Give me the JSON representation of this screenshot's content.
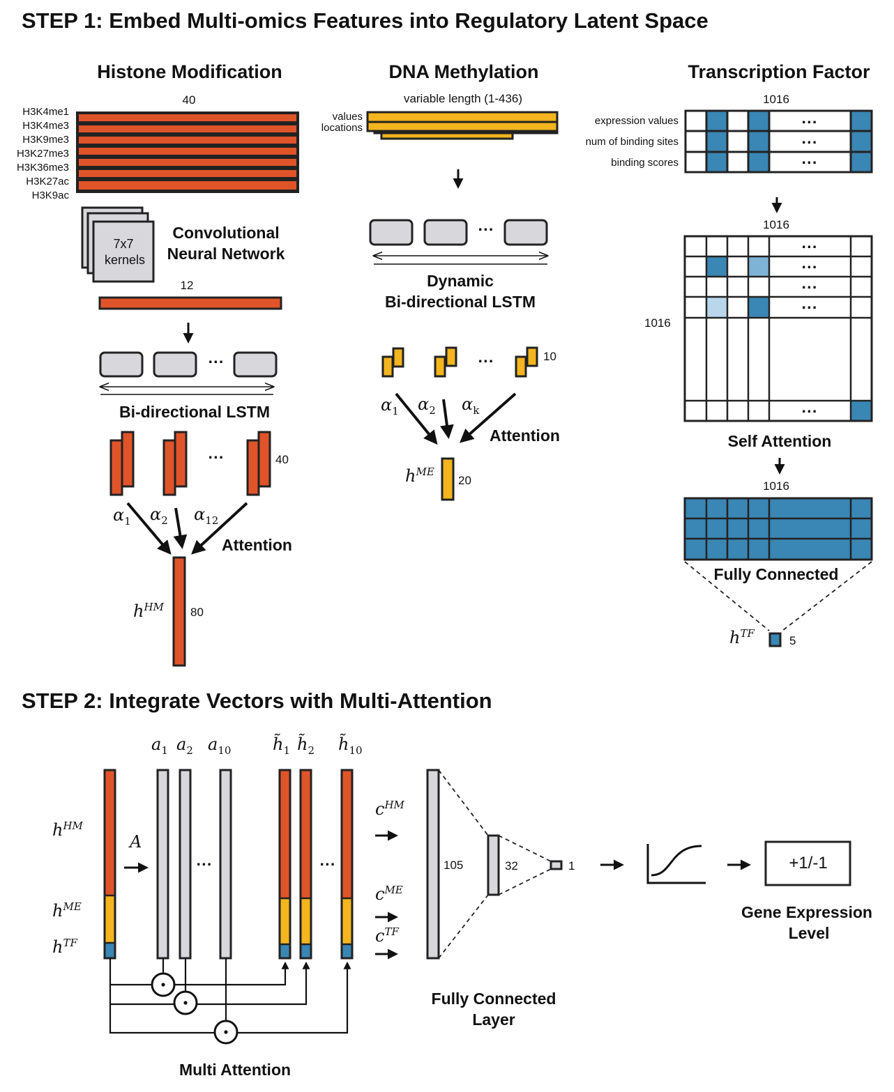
{
  "step1": {
    "title": "STEP 1: Embed Multi-omics Features into Regulatory Latent Space",
    "histone": {
      "title": "Histone Modification",
      "input_width": "40",
      "marks": [
        "H3K4me1",
        "H3K4me3",
        "H3K9me3",
        "H3K27me3",
        "H3K36me3",
        "H3K27ac",
        "H3K9ac"
      ],
      "kernel_label_1": "7x7",
      "kernel_label_2": "kernels",
      "cnn_label_1": "Convolutional",
      "cnn_label_2": "Neural Network",
      "cnn_output_dim": "12",
      "lstm_label": "Bi-directional LSTM",
      "ellipsis": "···",
      "hidden_dim": "40",
      "alpha_1": "α",
      "alpha_1_sub": "1",
      "alpha_2": "α",
      "alpha_2_sub": "2",
      "alpha_12": "α",
      "alpha_12_sub": "12",
      "attention_label": "Attention",
      "output_symbol": "h",
      "output_sup": "HM",
      "output_dim": "80"
    },
    "methylation": {
      "title": "DNA Methylation",
      "length_label": "variable length (1-436)",
      "row_label_1": "values",
      "row_label_2": "locations",
      "lstm_label_1": "Dynamic",
      "lstm_label_2": "Bi-directional LSTM",
      "ellipsis": "···",
      "hidden_dim": "10",
      "alpha_1": "α",
      "alpha_1_sub": "1",
      "alpha_2": "α",
      "alpha_2_sub": "2",
      "alpha_k": "α",
      "alpha_k_sub": "k",
      "attention_label": "Attention",
      "output_symbol": "h",
      "output_sup": "ME",
      "output_dim": "20"
    },
    "tf": {
      "title": "Transcription Factor",
      "input_dim": "1016",
      "row_labels": [
        "expression values",
        "num of binding sites",
        "binding scores"
      ],
      "ellipsis": "···",
      "attn_dim_top": "1016",
      "attn_dim_left": "1016",
      "self_attention_label": "Self Attention",
      "fc_dim": "1016",
      "fc_label": "Fully Connected",
      "output_symbol": "h",
      "output_sup": "TF",
      "output_dim": "5"
    }
  },
  "step2": {
    "title": "STEP 2: Integrate Vectors with Multi-Attention",
    "input_labels": [
      {
        "sym": "h",
        "sup": "HM"
      },
      {
        "sym": "h",
        "sup": "ME"
      },
      {
        "sym": "h",
        "sup": "TF"
      }
    ],
    "A_label": "A",
    "a_labels": [
      {
        "sym": "a",
        "sub": "1"
      },
      {
        "sym": "a",
        "sub": "2"
      },
      {
        "sym": "a",
        "sub": "10"
      }
    ],
    "htilde_labels": [
      {
        "sym": "h̃",
        "sub": "1"
      },
      {
        "sym": "h̃",
        "sub": "2"
      },
      {
        "sym": "h̃",
        "sub": "10"
      }
    ],
    "ellipsis": "···",
    "c_labels": [
      {
        "sym": "c",
        "sup": "HM"
      },
      {
        "sym": "c",
        "sup": "ME"
      },
      {
        "sym": "c",
        "sup": "TF"
      }
    ],
    "fc_dims": [
      "105",
      "32",
      "1"
    ],
    "fc_label_1": "Fully Connected",
    "fc_label_2": "Layer",
    "output_value": "+1/-1",
    "output_label_1": "Gene Expression",
    "output_label_2": "Level",
    "multi_attention_label": "Multi Attention"
  },
  "colors": {
    "histone": "#e0542a",
    "methylation": "#f4b51e",
    "tf": "#3a86b4",
    "tf_light": "#7eb3d6",
    "tf_lighter": "#b9d6ea",
    "lstm_cell": "#d8d7dc",
    "outline": "#222222"
  }
}
